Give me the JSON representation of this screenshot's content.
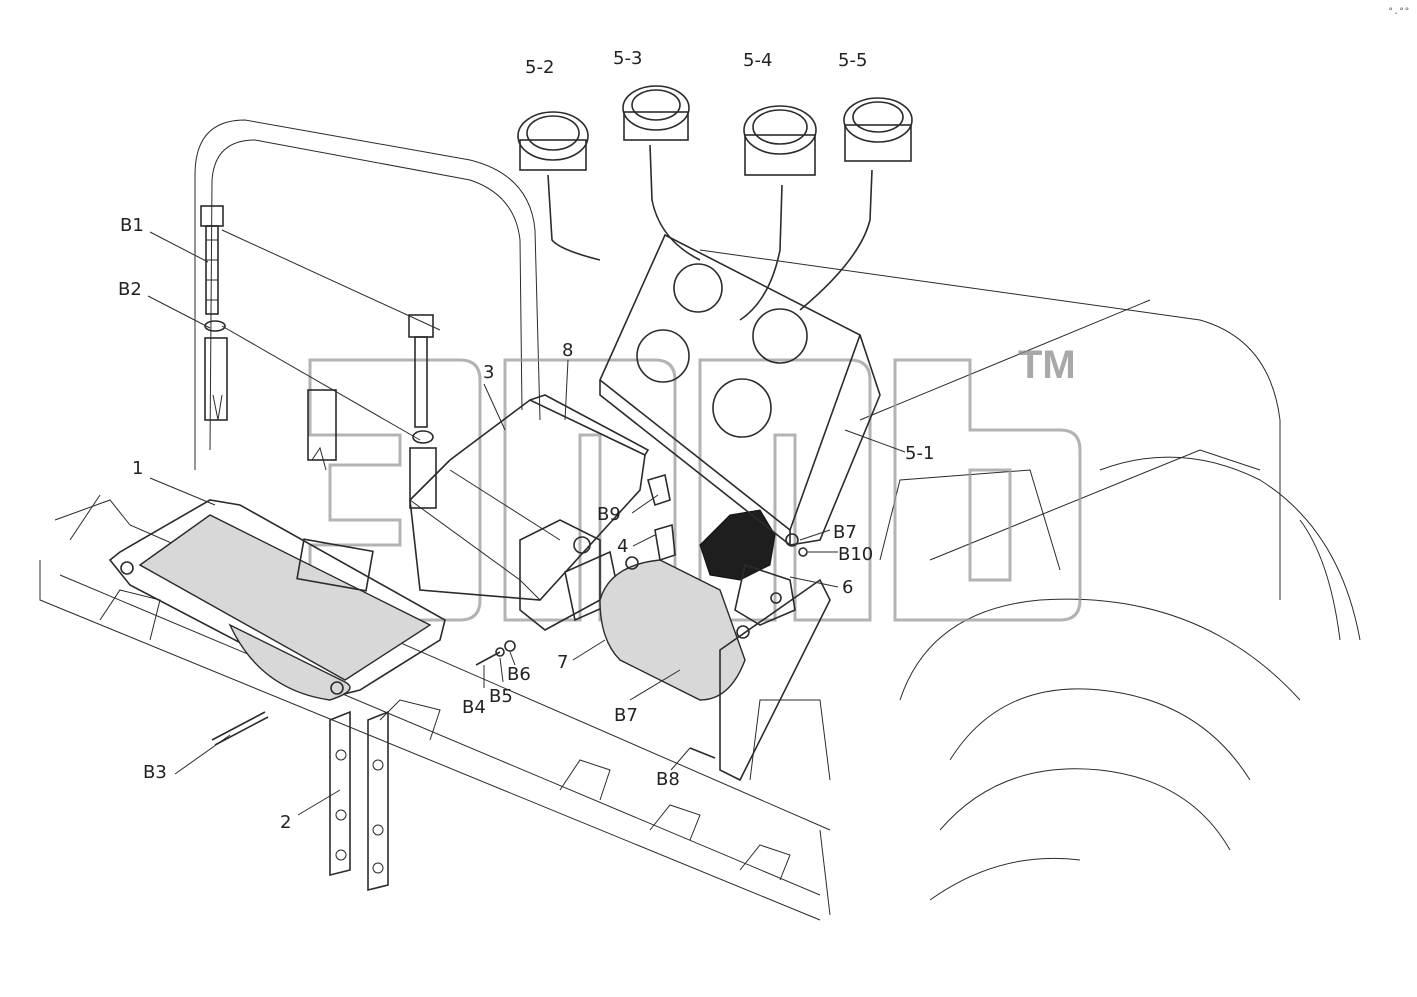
{
  "diagram": {
    "callouts": {
      "c5_2": "5-2",
      "c5_3": "5-3",
      "c5_4": "5-4",
      "c5_5": "5-5",
      "c5_1": "5-1",
      "cB1": "B1",
      "cB2": "B2",
      "cB3": "B3",
      "cB4": "B4",
      "cB5": "B5",
      "cB6": "B6",
      "cB7a": "B7",
      "cB7b": "B7",
      "cB8": "B8",
      "cB9": "B9",
      "cB10": "B10",
      "c1": "1",
      "c2": "2",
      "c3": "3",
      "c4": "4",
      "c6": "6",
      "c7": "7",
      "c8": "8"
    },
    "watermark": {
      "tm": "TM"
    }
  }
}
